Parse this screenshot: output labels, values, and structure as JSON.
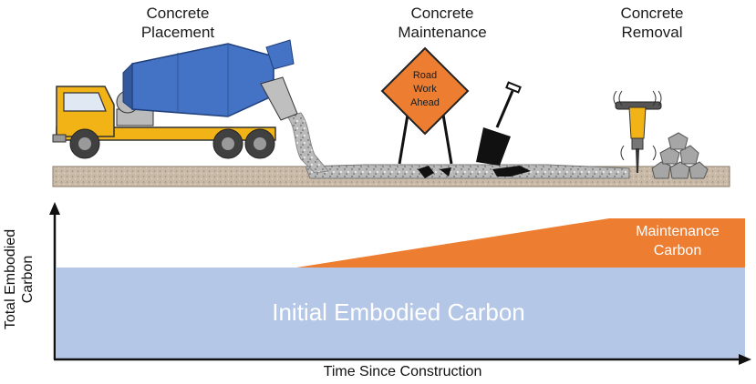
{
  "stages": {
    "placement": {
      "line1": "Concrete",
      "line2": "Placement"
    },
    "maintenance": {
      "line1": "Concrete",
      "line2": "Maintenance"
    },
    "removal": {
      "line1": "Concrete",
      "line2": "Removal"
    }
  },
  "sign": {
    "line1": "Road",
    "line2": "Work",
    "line3": "Ahead"
  },
  "chart": {
    "y_label_line1": "Total Embodied",
    "y_label_line2": "Carbon",
    "x_label": "Time Since Construction",
    "initial_label": "Initial Embodied Carbon",
    "maint_label_line1": "Maintenance",
    "maint_label_line2": "Carbon"
  },
  "colors": {
    "initial_fill": "#b4c7e7",
    "maintenance_fill": "#ed7d31",
    "truck_yellow": "#f2b316",
    "drum_blue": "#4472c4",
    "sign_orange": "#ed7d31",
    "ground": "#c8b8a8"
  }
}
